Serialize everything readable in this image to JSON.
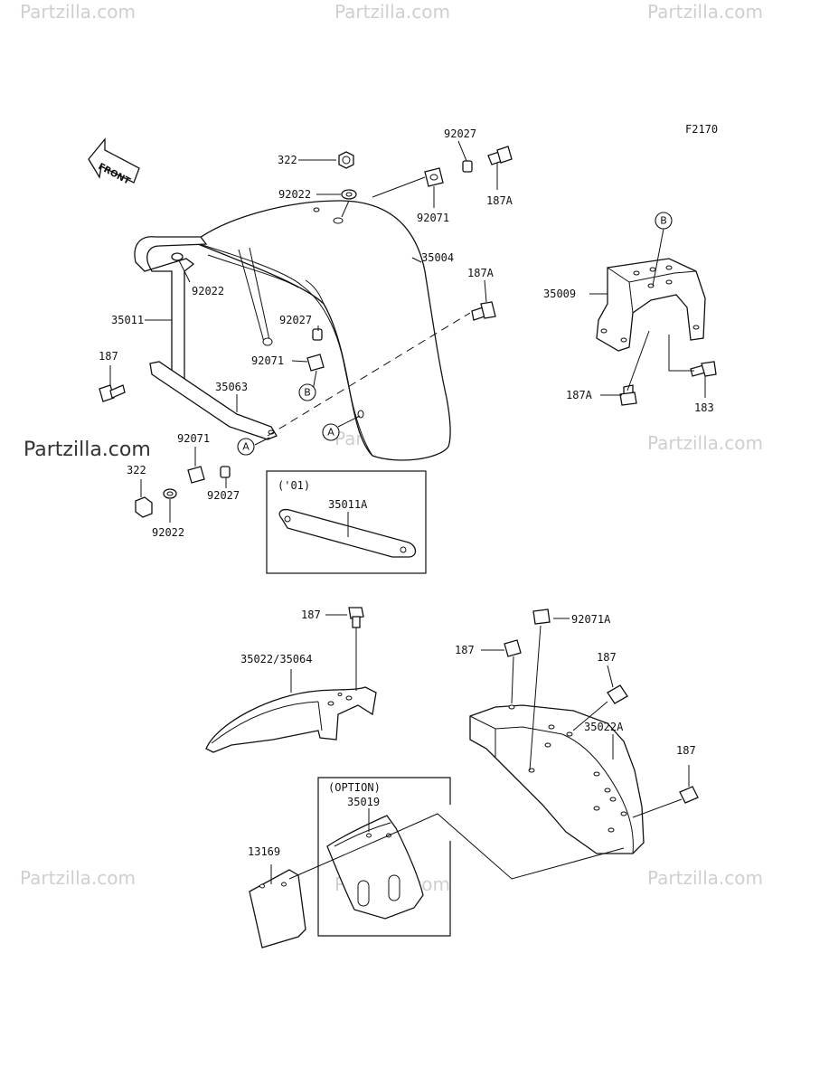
{
  "figure_code": "F2170",
  "front_label": "FRONT",
  "watermark": "Partzilla.com",
  "watermark_main": "Partzilla.com",
  "callouts": {
    "A": "A",
    "B": "B"
  },
  "boxes": {
    "year_box_title": "('01)",
    "option_box_title": "(OPTION)"
  },
  "labels": {
    "p322_top": "322",
    "p92027_top": "92027",
    "p92022_top": "92022",
    "p92071_top": "92071",
    "p187A_top": "187A",
    "p35004": "35004",
    "p92022_mid": "92022",
    "p187A_mid": "187A",
    "p35009": "35009",
    "p35011": "35011",
    "p92027_mid": "92027",
    "p92071_mid": "92071",
    "p187_left": "187",
    "p35063": "35063",
    "p187A_right": "187A",
    "p183": "183",
    "p92071_low": "92071",
    "p322_low": "322",
    "p92027_low": "92027",
    "p92022_low": "92022",
    "p35011A": "35011A",
    "p187_center": "187",
    "p35022_35064": "35022/35064",
    "p92071A": "92071A",
    "p187_r1": "187",
    "p187_r2": "187",
    "p35022A": "35022A",
    "p187_r3": "187",
    "p35019": "35019",
    "p13169": "13169"
  }
}
